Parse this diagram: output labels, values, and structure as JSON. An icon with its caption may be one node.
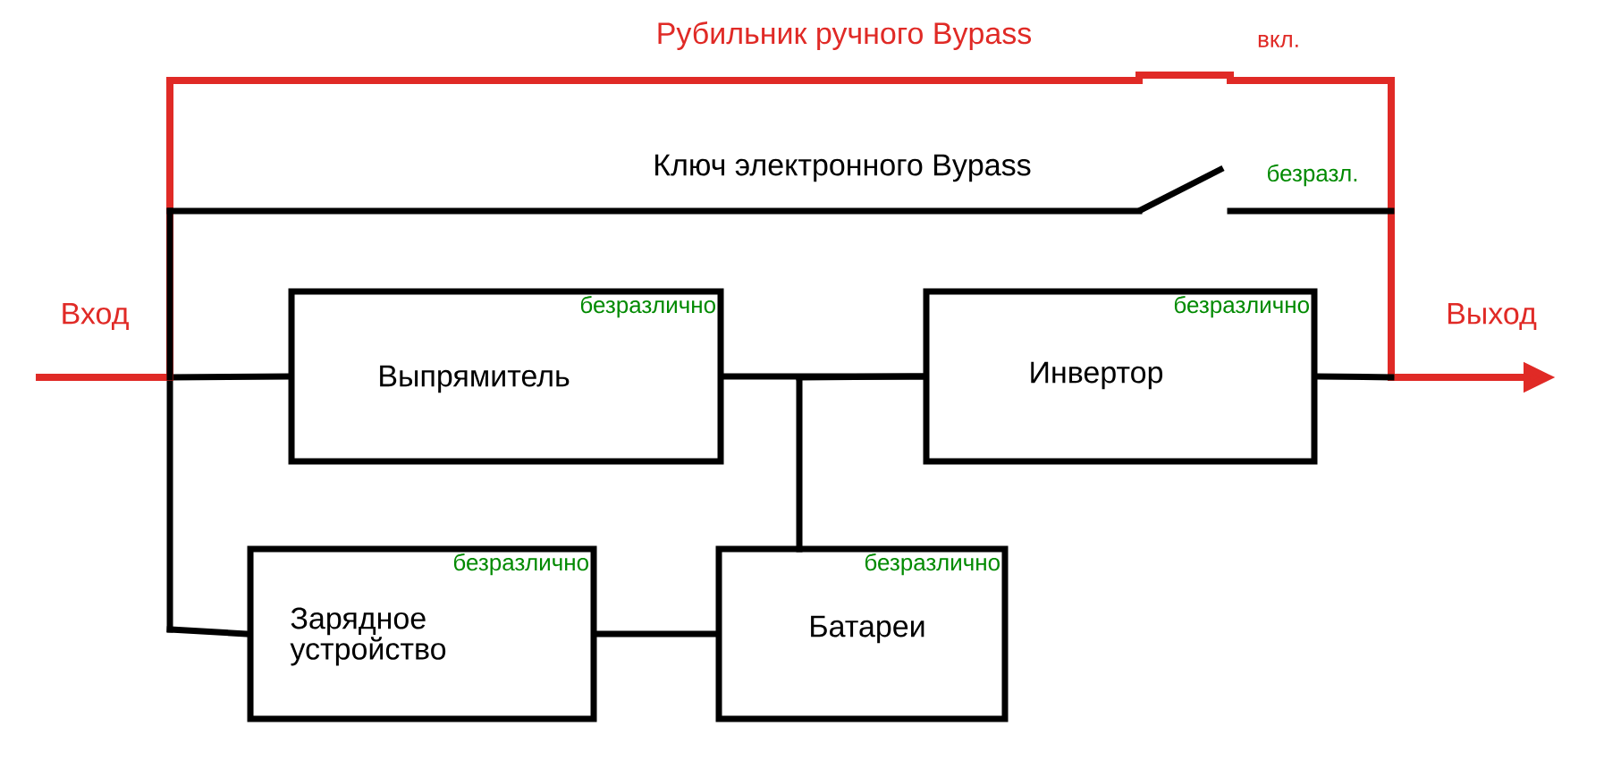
{
  "diagram": {
    "nodes": [
      {
        "text": [
          "Вход"
        ]
      },
      {
        "text": [
          "безразлично",
          "Выпрямитель"
        ]
      },
      {
        "text": [
          "безразлично",
          "Инвертор"
        ]
      },
      {
        "text": [
          "безразлично",
          "Зарядное устройство"
        ]
      },
      {
        "text": [
          "безразлично",
          "Батареи"
        ]
      },
      {
        "text": [
          "Выход"
        ]
      },
      {
        "text": [
          "Рубильник ручного Bypass"
        ],
        "beside": [
          "вкл."
        ]
      },
      {
        "text": [
          "Ключ электронного Bypass"
        ],
        "beside": [
          "безразл."
        ]
      }
    ],
    "edges": [
      {
        "from": 0,
        "to": 1,
        "arrow": "none"
      },
      {
        "from": 0,
        "to": 3,
        "arrow": "none"
      },
      {
        "from": 0,
        "to": 6,
        "arrow": "none",
        "color": "#e02a26"
      },
      {
        "from": 0,
        "to": 7,
        "arrow": "none"
      },
      {
        "from": 1,
        "to": 2,
        "arrow": "none"
      },
      {
        "from": 3,
        "to": 4,
        "arrow": "none"
      },
      {
        "from": 4,
        "to": 2,
        "arrow": "none"
      },
      {
        "from": 2,
        "to": 5,
        "arrow": "none"
      },
      {
        "from": 6,
        "to": 5,
        "arrow": "none",
        "color": "#e02a26"
      },
      {
        "from": 7,
        "to": 5,
        "arrow": "none"
      }
    ]
  }
}
